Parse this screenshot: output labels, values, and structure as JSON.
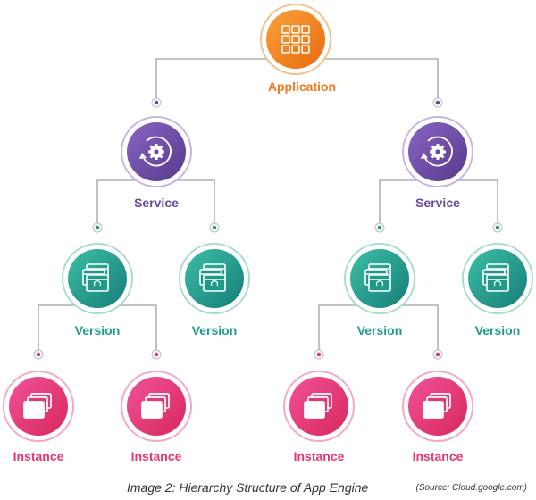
{
  "nodes": {
    "application": "Application",
    "service_left": "Service",
    "service_right": "Service",
    "version_1": "Version",
    "version_2": "Version",
    "version_3": "Version",
    "version_4": "Version",
    "instance_1": "Instance",
    "instance_2": "Instance",
    "instance_3": "Instance",
    "instance_4": "Instance"
  },
  "caption": {
    "title": "Image 2: Hierarchy Structure of App Engine",
    "source": "(Source: Cloud.google.com)"
  },
  "colors": {
    "application": "#f07a1c",
    "service": "#6a4a9e",
    "version": "#1f9a8a",
    "instance": "#e8356e",
    "connector": "#9aa0a6"
  },
  "icons": {
    "application": "grid-apps-icon",
    "service": "gear-refresh-icon",
    "version": "stacked-windows-refresh-icon",
    "instance": "stacked-windows-icon"
  }
}
